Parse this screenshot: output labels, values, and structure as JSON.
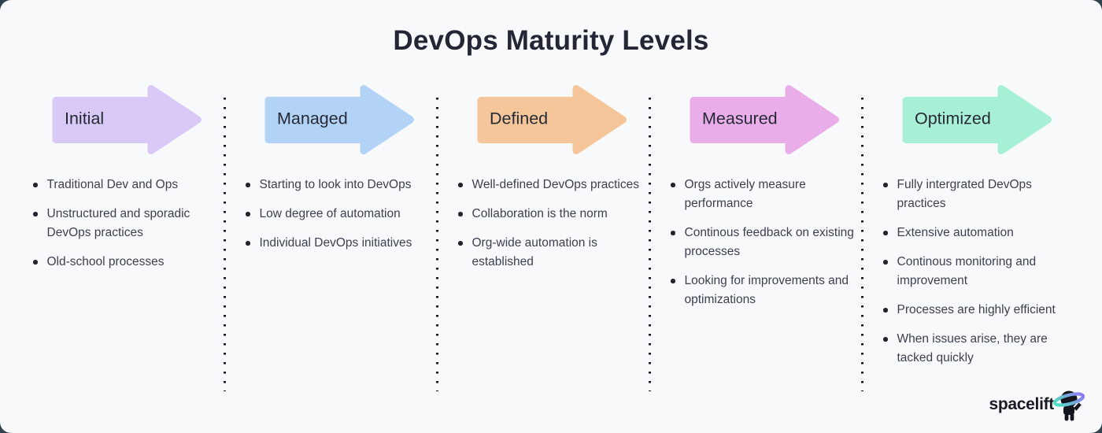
{
  "title": "DevOps Maturity Levels",
  "columns": [
    {
      "label": "Initial",
      "color": "#d8c9f6",
      "items": [
        "Traditional Dev and Ops",
        "Unstructured and sporadic DevOps practices",
        "Old-school processes"
      ]
    },
    {
      "label": "Managed",
      "color": "#b2d2f6",
      "items": [
        "Starting to look into DevOps",
        "Low degree of automation",
        "Individual DevOps initiatives"
      ]
    },
    {
      "label": "Defined",
      "color": "#f6c69b",
      "items": [
        "Well-defined DevOps practices",
        "Collaboration is the norm",
        "Org-wide automation is established"
      ]
    },
    {
      "label": "Measured",
      "color": "#e9aeea",
      "items": [
        "Orgs actively measure performance",
        "Continous feedback on existing processes",
        "Looking for improvements and optimizations"
      ]
    },
    {
      "label": "Optimized",
      "color": "#a8f0d5",
      "items": [
        "Fully intergrated DevOps practices",
        "Extensive automation",
        "Continous monitoring and improvement",
        "Processes are highly efficient",
        "When issues arise, they are tacked quickly"
      ]
    }
  ],
  "footer": {
    "brand": "spacelift"
  },
  "icons": {
    "mascot": "spacelift-astronaut-icon"
  },
  "colors": {
    "card_background": "#f7f9fb",
    "outer_background": "#31434e",
    "separator_dot": "#16171d",
    "title_text": "#232735",
    "bullet_text": "#3c414d",
    "ring_gradient_start": "#4fe3c1",
    "ring_gradient_end": "#8e7bf0"
  }
}
